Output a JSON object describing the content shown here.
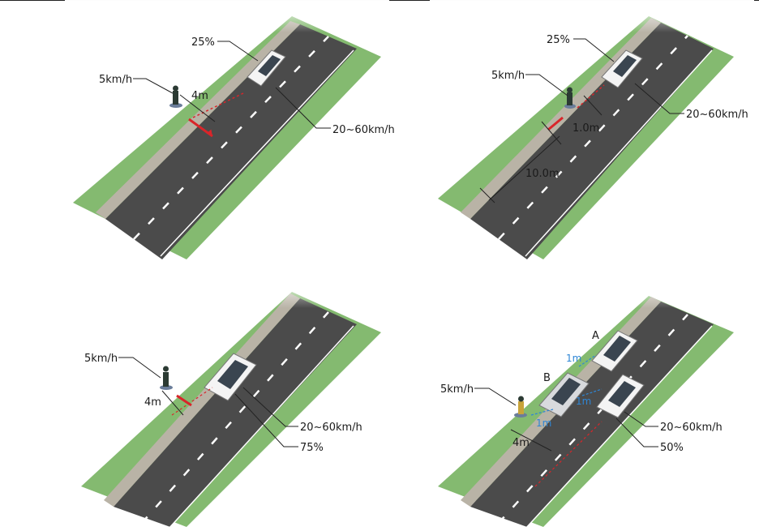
{
  "panels": {
    "top_left": {
      "person_speed": "5km/h",
      "gap": "4m",
      "overlap": "25%",
      "car_speed": "20~60km/h"
    },
    "top_right": {
      "person_speed": "5km/h",
      "gap_near": "1.0m",
      "gap_far": "10.0m",
      "overlap": "25%",
      "car_speed": "20~60km/h"
    },
    "bottom_left": {
      "person_speed": "5km/h",
      "gap": "4m",
      "overlap": "75%",
      "car_speed": "20~60km/h"
    },
    "bottom_right": {
      "person_speed": "5km/h",
      "gap": "4m",
      "car_a": "A",
      "car_b": "B",
      "spacing_1": "1m",
      "spacing_2": "1m",
      "spacing_3": "1m",
      "overlap": "50%",
      "car_speed": "20~60km/h"
    }
  },
  "colors": {
    "grass": "#6fae57",
    "road": "#4a4a4a",
    "arrow_red": "#d9252a",
    "measure_blue": "#2e86d6"
  }
}
